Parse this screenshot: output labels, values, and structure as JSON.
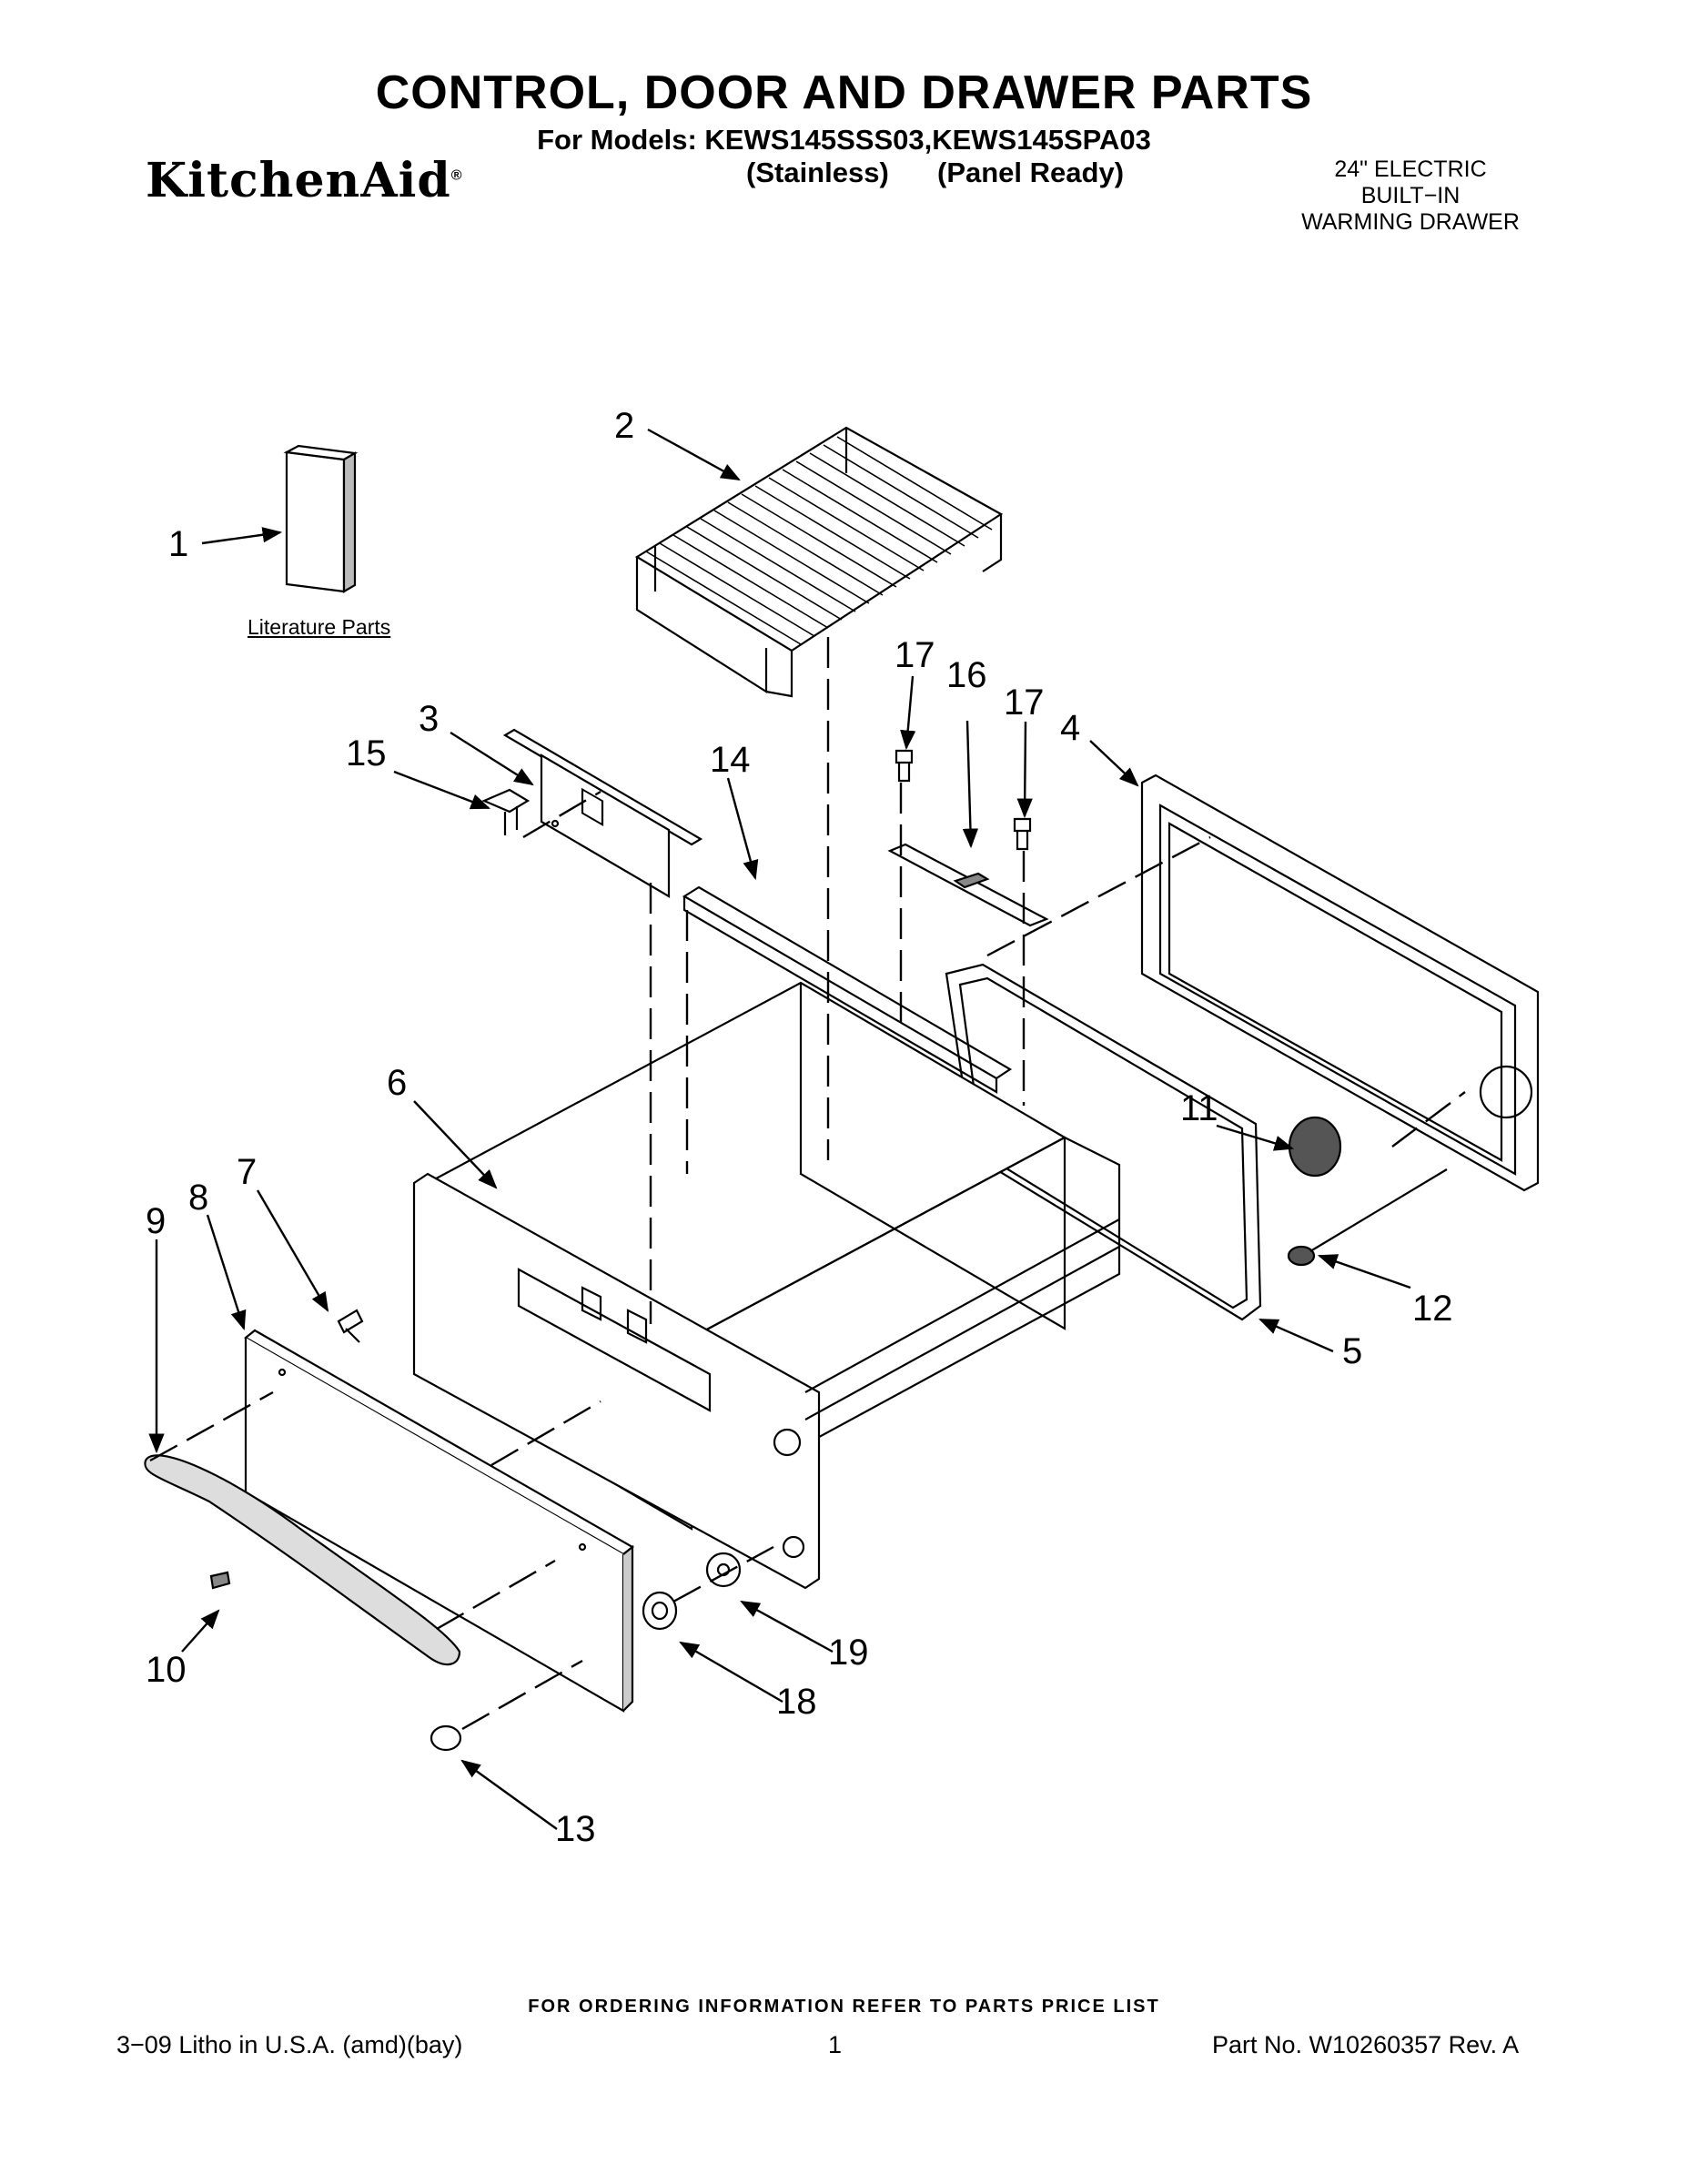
{
  "header": {
    "title": "CONTROL, DOOR AND DRAWER PARTS",
    "models_line": "For Models: KEWS145SSS03,KEWS145SPA03",
    "variant_a": "(Stainless)",
    "variant_b": "(Panel Ready)",
    "brand": "KitchenAid",
    "brand_mark": "®",
    "product_lines": [
      "24\" ELECTRIC",
      "BUILT−IN",
      "WARMING DRAWER"
    ]
  },
  "literature_label": "Literature Parts",
  "callouts": [
    "1",
    "2",
    "3",
    "4",
    "5",
    "6",
    "7",
    "8",
    "9",
    "10",
    "11",
    "12",
    "13",
    "14",
    "15",
    "16",
    "17",
    "17",
    "18",
    "19"
  ],
  "footer": {
    "ordering_note": "FOR ORDERING INFORMATION REFER TO PARTS PRICE LIST",
    "left": "3−09 Litho in U.S.A. (amd)(bay)",
    "center": "1",
    "right": "Part No. W10260357 Rev. A"
  }
}
